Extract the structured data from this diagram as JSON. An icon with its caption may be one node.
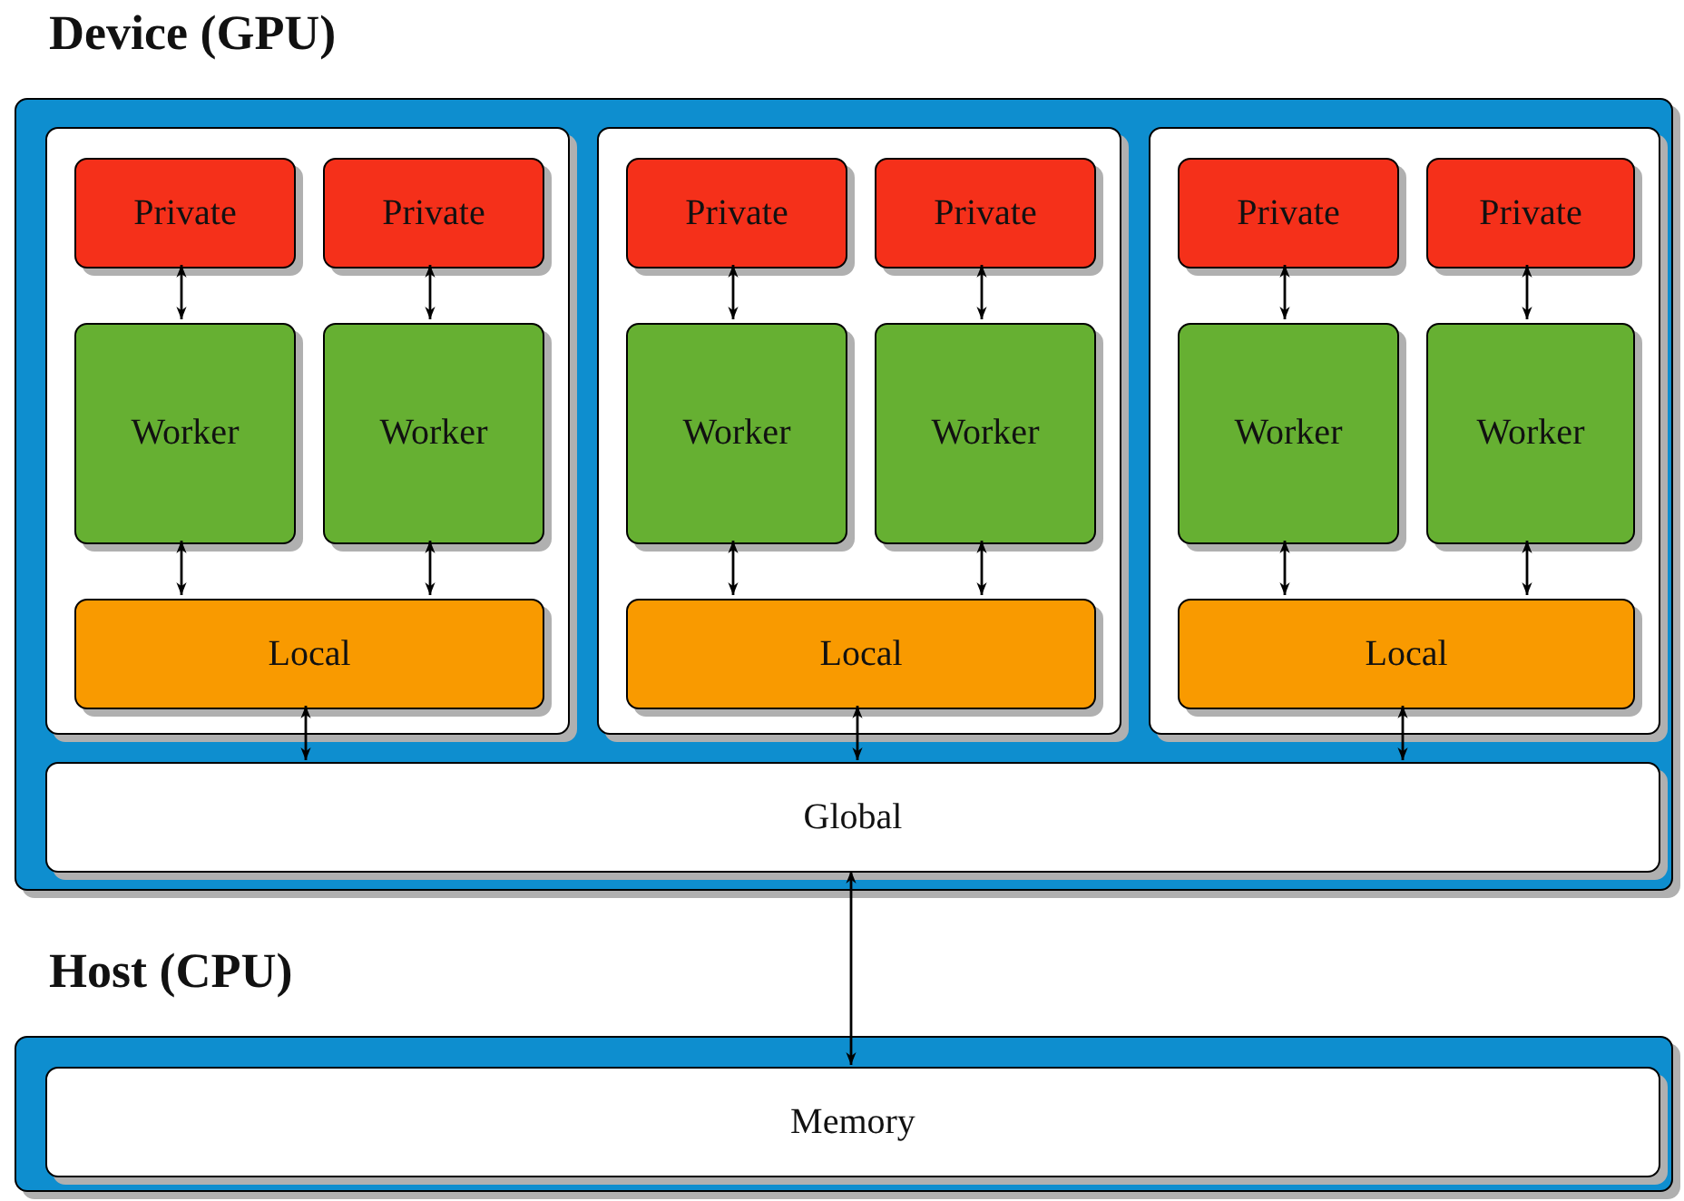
{
  "diagram": {
    "nodes": [
      {
        "text": [
          "Device (GPU)"
        ]
      },
      {
        "text": [],
        "shape": "box",
        "in": 0
      },
      {
        "text": [
          "Private"
        ],
        "in": 1
      },
      {
        "text": [
          "Private"
        ],
        "in": 1
      },
      {
        "text": [
          "Worker"
        ],
        "in": 1
      },
      {
        "text": [
          "Worker"
        ],
        "in": 1
      },
      {
        "text": [
          "Local"
        ],
        "in": 1
      },
      {
        "text": [],
        "shape": "box",
        "in": 0
      },
      {
        "text": [
          "Private"
        ],
        "in": 7
      },
      {
        "text": [
          "Private"
        ],
        "in": 7
      },
      {
        "text": [
          "Worker"
        ],
        "in": 7
      },
      {
        "text": [
          "Worker"
        ],
        "in": 7
      },
      {
        "text": [
          "Local"
        ],
        "in": 7
      },
      {
        "text": [],
        "shape": "box",
        "in": 0
      },
      {
        "text": [
          "Private"
        ],
        "in": 13
      },
      {
        "text": [
          "Private"
        ],
        "in": 13
      },
      {
        "text": [
          "Worker"
        ],
        "in": 13
      },
      {
        "text": [
          "Worker"
        ],
        "in": 13
      },
      {
        "text": [
          "Local"
        ],
        "in": 13
      },
      {
        "text": [
          "Global"
        ],
        "in": 0
      },
      {
        "text": [
          "Host (CPU)"
        ]
      },
      {
        "text": [
          "Memory"
        ],
        "in": 20
      }
    ],
    "edges": [
      {
        "from": 2,
        "to": 4,
        "arrow": "both"
      },
      {
        "from": 3,
        "to": 5,
        "arrow": "both"
      },
      {
        "from": 4,
        "to": 6,
        "arrow": "both"
      },
      {
        "from": 5,
        "to": 6,
        "arrow": "both"
      },
      {
        "from": 8,
        "to": 10,
        "arrow": "both"
      },
      {
        "from": 9,
        "to": 11,
        "arrow": "both"
      },
      {
        "from": 10,
        "to": 12,
        "arrow": "both"
      },
      {
        "from": 11,
        "to": 12,
        "arrow": "both"
      },
      {
        "from": 14,
        "to": 16,
        "arrow": "both"
      },
      {
        "from": 15,
        "to": 17,
        "arrow": "both"
      },
      {
        "from": 16,
        "to": 18,
        "arrow": "both"
      },
      {
        "from": 17,
        "to": 18,
        "arrow": "both"
      },
      {
        "from": 6,
        "to": 19,
        "arrow": "both"
      },
      {
        "from": 12,
        "to": 19,
        "arrow": "both"
      },
      {
        "from": 18,
        "to": 19,
        "arrow": "both"
      },
      {
        "from": 19,
        "to": 21,
        "arrow": "both"
      }
    ]
  }
}
